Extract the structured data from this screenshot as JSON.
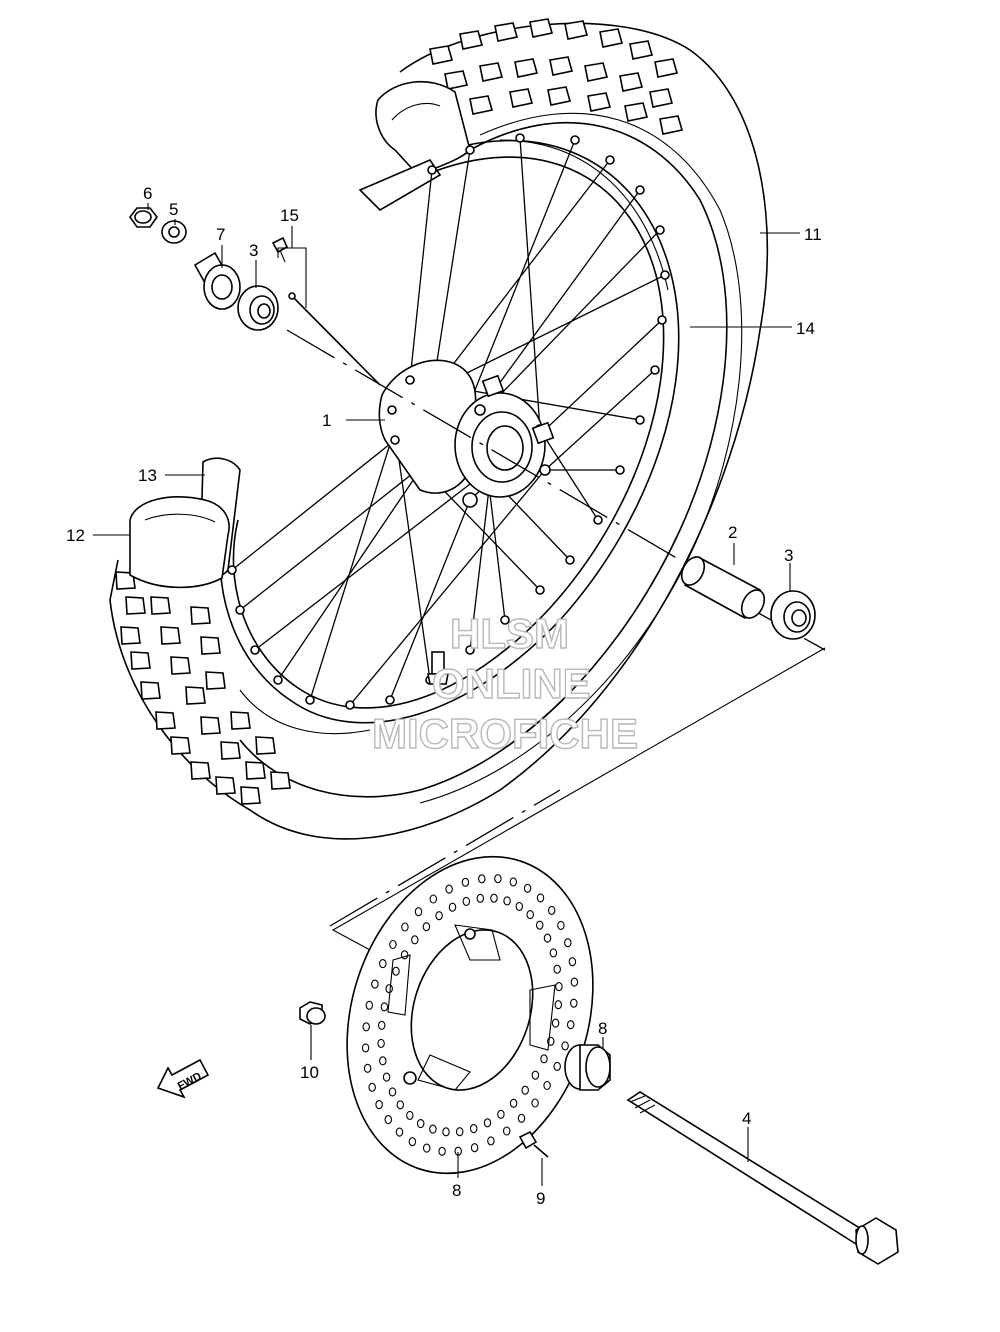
{
  "callouts": {
    "c1": "1",
    "c2": "2",
    "c3a": "3",
    "c3b": "3",
    "c4": "4",
    "c5": "5",
    "c6": "6",
    "c7": "7",
    "c8a": "8",
    "c8b": "8",
    "c9": "9",
    "c10": "10",
    "c11": "11",
    "c12": "12",
    "c13": "13",
    "c14": "14",
    "c15": "15"
  },
  "watermark": {
    "line1": "HLSM",
    "line2": "ONLINE",
    "line3": "MICROFICHE"
  },
  "fwd_badge": "FWD"
}
